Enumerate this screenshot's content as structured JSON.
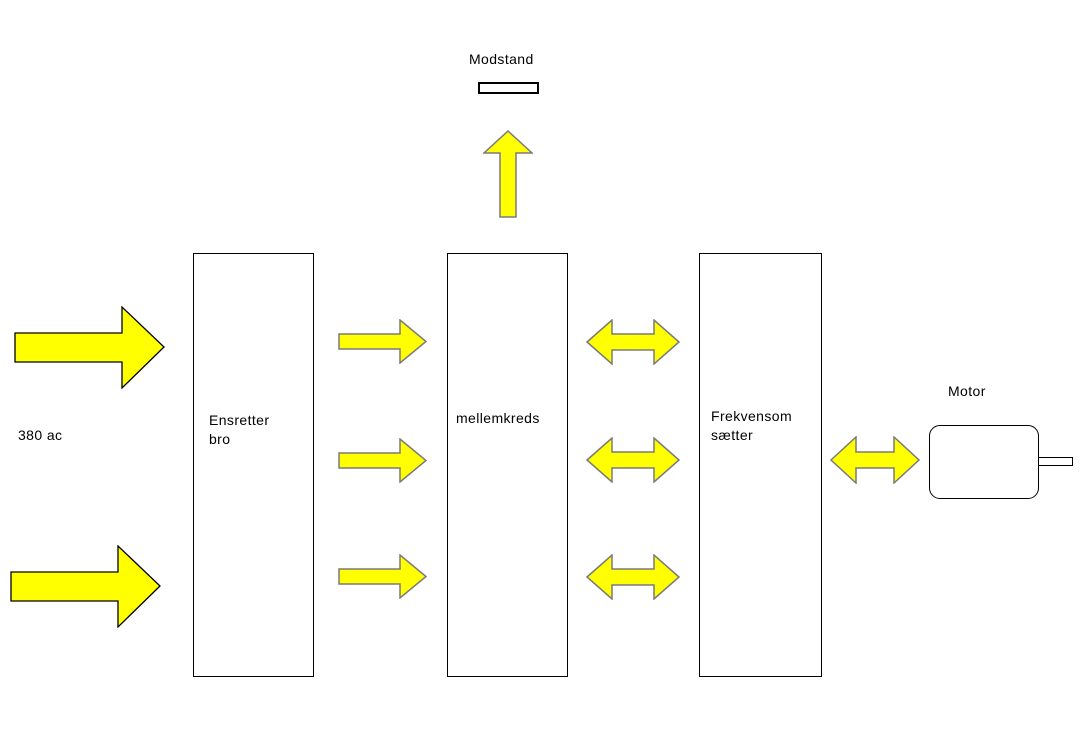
{
  "diagram": {
    "labels": {
      "modstand": "Modstand",
      "input_voltage": "380 ac",
      "motor": "Motor"
    },
    "blocks": [
      {
        "id": "ensretter-bro",
        "label": "Ensretter\nbro"
      },
      {
        "id": "mellemkreds",
        "label": "mellemkreds"
      },
      {
        "id": "frekvensomsaetter",
        "label": "Frekvensom\nsætter"
      }
    ],
    "arrows": [
      {
        "name": "ac-input-top",
        "direction": "right",
        "from": "380 ac",
        "to": "Ensretter bro"
      },
      {
        "name": "ac-input-bottom",
        "direction": "right",
        "from": "380 ac",
        "to": "Ensretter bro"
      },
      {
        "name": "brake-resistor-up",
        "direction": "up",
        "from": "mellemkreds",
        "to": "Modstand"
      },
      {
        "name": "rectifier-to-dc-link-1",
        "direction": "right",
        "from": "Ensretter bro",
        "to": "mellemkreds"
      },
      {
        "name": "rectifier-to-dc-link-2",
        "direction": "right",
        "from": "Ensretter bro",
        "to": "mellemkreds"
      },
      {
        "name": "rectifier-to-dc-link-3",
        "direction": "right",
        "from": "Ensretter bro",
        "to": "mellemkreds"
      },
      {
        "name": "dc-link-to-inverter-1",
        "direction": "both",
        "from": "mellemkreds",
        "to": "Frekvensomsætter"
      },
      {
        "name": "dc-link-to-inverter-2",
        "direction": "both",
        "from": "mellemkreds",
        "to": "Frekvensomsætter"
      },
      {
        "name": "dc-link-to-inverter-3",
        "direction": "both",
        "from": "mellemkreds",
        "to": "Frekvensomsætter"
      },
      {
        "name": "inverter-to-motor",
        "direction": "both",
        "from": "Frekvensomsætter",
        "to": "Motor"
      }
    ],
    "colors": {
      "background": "#ffffff",
      "text": "#000000",
      "arrow_fill": "#ffff00",
      "arrow_outline_small": "#7a7a7a",
      "arrow_outline_large": "#000000",
      "shape_border": "#000000",
      "shape_fill": "#ffffff"
    }
  }
}
